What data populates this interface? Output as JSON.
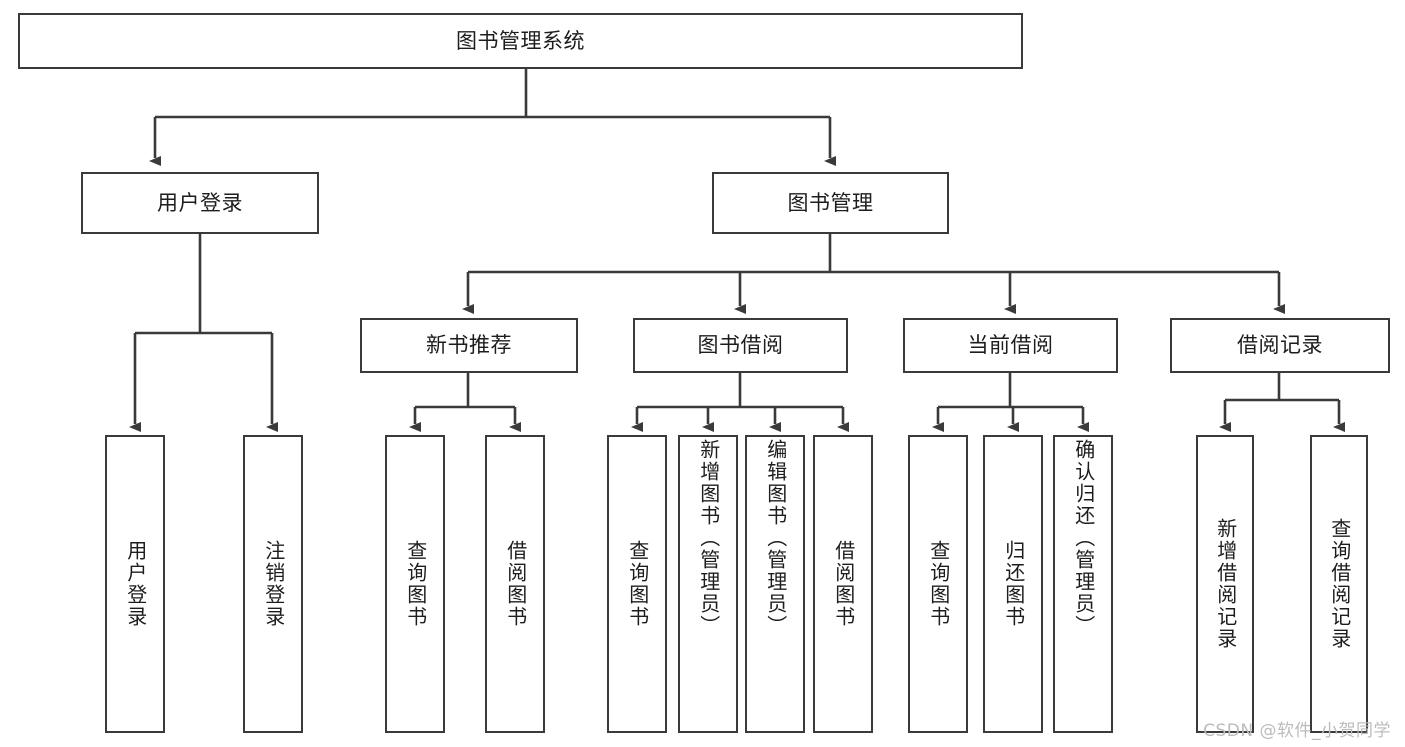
{
  "diagram": {
    "type": "tree-hierarchy",
    "title": "图书管理系统",
    "watermark": "CSDN @软件_小贺同学",
    "colors": {
      "box_border": "#3a3a3a",
      "box_fill": "#ffffff",
      "connector": "#3a3a3a",
      "text": "#1d1d1d",
      "watermark": "#bcbcbc",
      "background": "#ffffff"
    },
    "root": {
      "label": "图书管理系统"
    },
    "level2": [
      {
        "label": "用户登录"
      },
      {
        "label": "图书管理"
      }
    ],
    "level3": [
      {
        "label": "新书推荐"
      },
      {
        "label": "图书借阅"
      },
      {
        "label": "当前借阅"
      },
      {
        "label": "借阅记录"
      }
    ],
    "leaves": {
      "user_login": [
        {
          "label": "用户登录"
        },
        {
          "label": "注销登录"
        }
      ],
      "new_book_recommend": [
        {
          "label": "查询图书"
        },
        {
          "label": "借阅图书"
        }
      ],
      "book_borrow": [
        {
          "label": "查询图书"
        },
        {
          "label": "新增图书（管理员）"
        },
        {
          "label": "编辑图书（管理员）"
        },
        {
          "label": "借阅图书"
        }
      ],
      "current_borrow": [
        {
          "label": "查询图书"
        },
        {
          "label": "归还图书"
        },
        {
          "label": "确认归还（管理员）"
        }
      ],
      "borrow_record": [
        {
          "label": "新增借阅记录"
        },
        {
          "label": "查询借阅记录"
        }
      ]
    }
  }
}
